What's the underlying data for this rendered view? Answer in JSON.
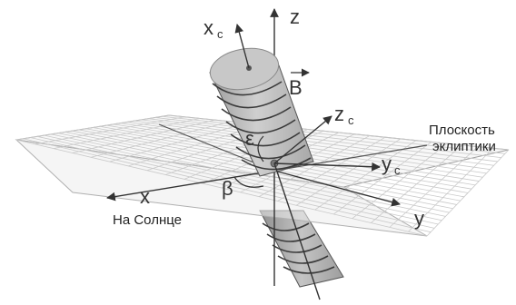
{
  "axes": {
    "z": "z",
    "x": "x",
    "y": "y",
    "xc_main": "x",
    "xc_sub": "c",
    "yc_main": "y",
    "yc_sub": "c",
    "zc_main": "z",
    "zc_sub": "c"
  },
  "vector_b": "B",
  "angles": {
    "epsilon": "ε",
    "beta": "β"
  },
  "labels": {
    "plane_line1": "Плоскость",
    "plane_line2": "эклиптики",
    "to_sun": "На Солнце"
  },
  "colors": {
    "cylinder_fill": "#c8c8c8",
    "cylinder_dark": "#9a9a9a",
    "grid": "#c9c9c9",
    "axis": "#333333",
    "coil": "#3a3a3a"
  }
}
